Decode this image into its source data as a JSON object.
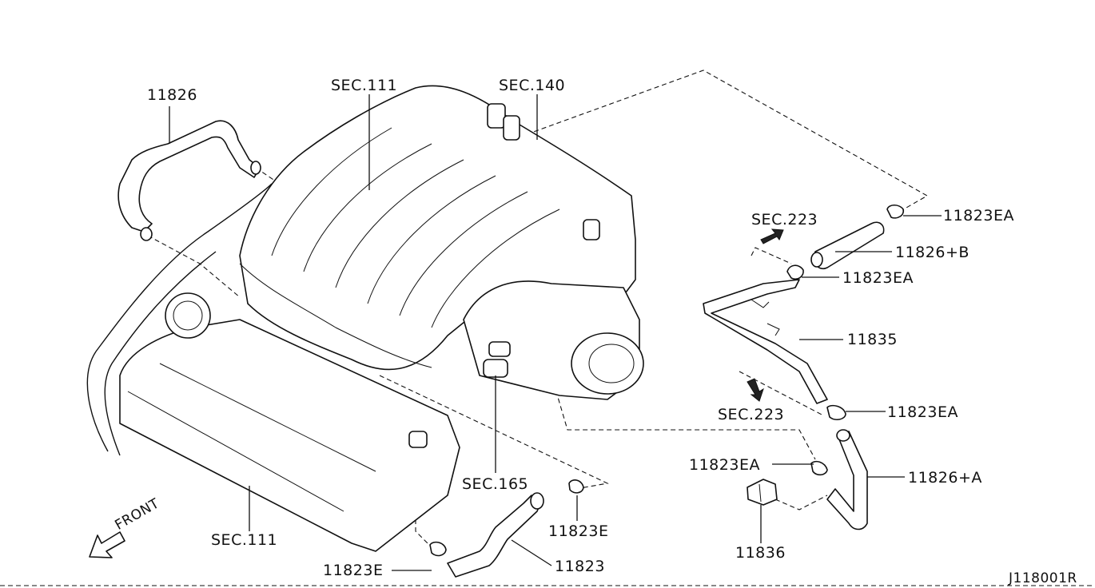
{
  "diagram": {
    "figure_id": "J118001R",
    "callouts": {
      "hose_11826": "11826",
      "sec_111_top": "SEC.111",
      "sec_140": "SEC.140",
      "clamp_11823ea_1": "11823EA",
      "hose_11826b": "11826+B",
      "clamp_11823ea_2": "11823EA",
      "tube_11835": "11835",
      "clamp_11823ea_3": "11823EA",
      "clamp_11823ea_4": "11823EA",
      "hose_11826a": "11826+A",
      "bracket_11836": "11836",
      "sec_223_top": "SEC.223",
      "sec_223_bottom": "SEC.223",
      "sec_165": "SEC.165",
      "sec_111_bottom": "SEC.111",
      "clamp_11823e_right": "11823E",
      "clamp_11823e_left": "11823E",
      "hose_11823": "11823",
      "front_indicator": "FRONT"
    }
  }
}
